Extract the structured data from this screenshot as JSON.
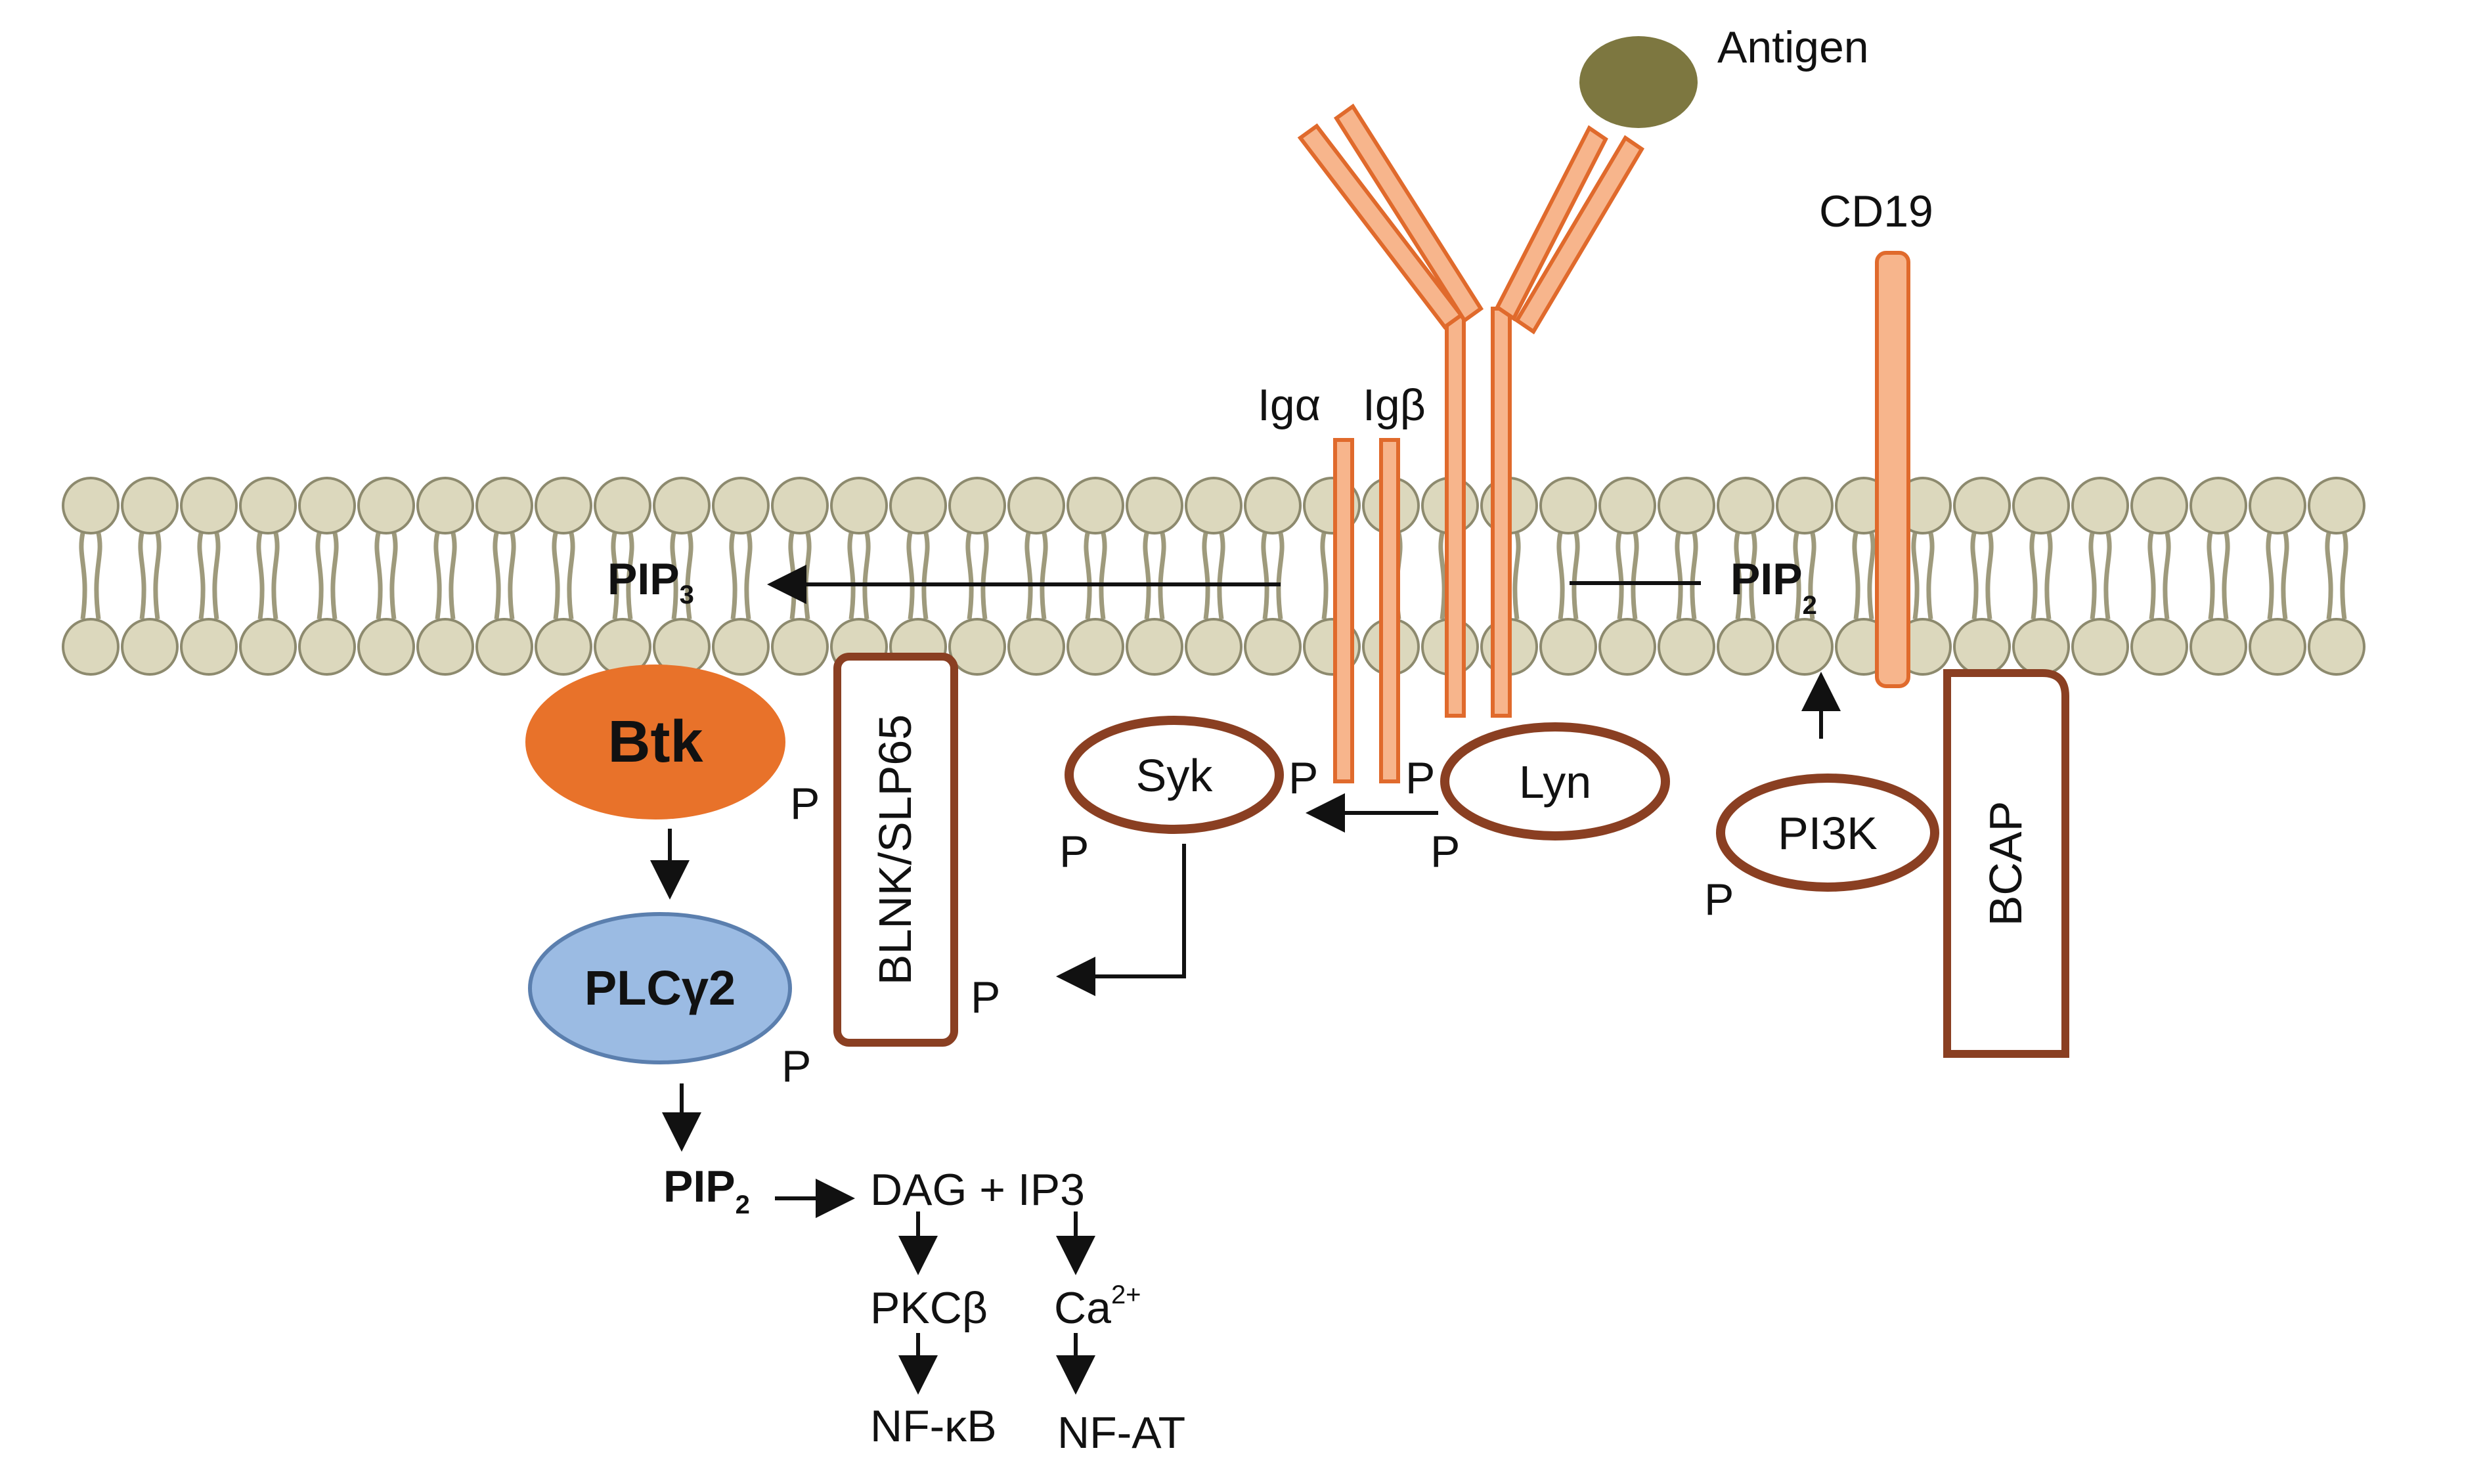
{
  "colors": {
    "membrane_head_fill": "#dcd8bd",
    "membrane_head_stroke": "#8d8a6e",
    "membrane_tail": "#9e9a7c",
    "receptor_fill": "#f7b58c",
    "receptor_stroke": "#e06a2c",
    "node_stroke": "#8a3f22",
    "btk_fill": "#e8722a",
    "plc_fill": "#9bbbe3",
    "plc_stroke": "#5b7fae",
    "antigen_fill": "#7d7740",
    "arrow": "#111111"
  },
  "labels": {
    "antigen": "Antigen",
    "cd19": "CD19",
    "ig_alpha": "Igα",
    "ig_beta": "Igβ",
    "pip3": {
      "base": "PIP",
      "sub": "3"
    },
    "pip2_membrane": {
      "base": "PIP",
      "sub": "2"
    },
    "pip2_lower": {
      "base": "PIP",
      "sub": "2"
    },
    "btk": "Btk",
    "plc": "PLCγ2",
    "blnk": "BLNK/SLP65",
    "syk": "Syk",
    "lyn": "Lyn",
    "pi3k": "PI3K",
    "bcap": "BCAP",
    "phospho": "P",
    "dag_ip3": "DAG + IP3",
    "pkc": "PKCβ",
    "ca": {
      "base": "Ca",
      "sup": "2+"
    },
    "nfkb": "NF-κB",
    "nfat": "NF-AT"
  }
}
